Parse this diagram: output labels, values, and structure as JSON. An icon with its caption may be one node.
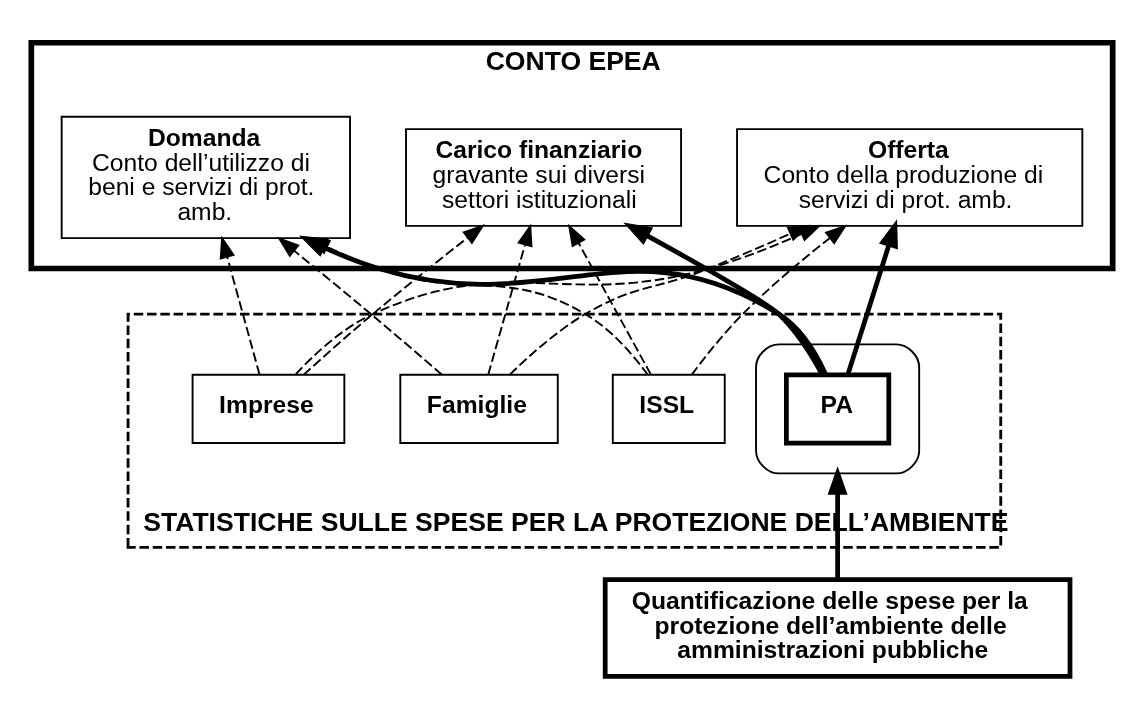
{
  "diagram": {
    "nodes": [
      {
        "text": [
          "CONTO EPEA"
        ]
      },
      {
        "text": [
          "Offerta",
          "Conto della produzione di servizi di prot. amb."
        ],
        "in": 0
      },
      {
        "text": [
          "Domanda",
          "Conto dell’utilizzo di beni e servizi di prot. amb."
        ],
        "in": 0
      },
      {
        "text": [
          "Carico finanziario",
          "gravante sui diversi settori istituzionali"
        ],
        "in": 0
      },
      {
        "text": [
          "STATISTICHE SULLE SPESE PER LA PROTEZIONE DELL’AMBIENTE"
        ]
      },
      {
        "text": [],
        "shape": "ellipse",
        "in": 4
      },
      {
        "text": [
          "PA"
        ],
        "in": 5
      },
      {
        "text": [
          "Imprese"
        ],
        "in": 4
      },
      {
        "text": [
          "Famiglie"
        ],
        "in": 4
      },
      {
        "text": [
          "ISSL"
        ],
        "in": 4
      },
      {
        "text": [
          "Quantificazione delle spese per la protezione dell’ambiente delle amministrazioni pubbliche"
        ]
      }
    ],
    "edges": [
      {
        "from": 6,
        "to": 1,
        "arrow": "to",
        "style": "thick"
      },
      {
        "from": 6,
        "to": 2,
        "arrow": "to",
        "style": "thick"
      },
      {
        "from": 6,
        "to": 3,
        "arrow": "to",
        "style": "thick"
      },
      {
        "from": 7,
        "to": 1,
        "arrow": "to",
        "style": "dashed"
      },
      {
        "from": 7,
        "to": 2,
        "arrow": "to",
        "style": "dashed"
      },
      {
        "from": 7,
        "to": 3,
        "arrow": "to",
        "style": "dashed"
      },
      {
        "from": 8,
        "to": 1,
        "arrow": "to",
        "style": "dashed"
      },
      {
        "from": 8,
        "to": 2,
        "arrow": "to",
        "style": "dashed"
      },
      {
        "from": 8,
        "to": 3,
        "arrow": "to",
        "style": "dashed"
      },
      {
        "from": 9,
        "to": 1,
        "arrow": "to",
        "style": "dashed"
      },
      {
        "from": 9,
        "to": 2,
        "arrow": "to",
        "style": "dashed"
      },
      {
        "from": 9,
        "to": 3,
        "arrow": "to",
        "style": "dashed"
      },
      {
        "from": 10,
        "to": 5,
        "arrow": "to",
        "style": "thick"
      }
    ]
  }
}
